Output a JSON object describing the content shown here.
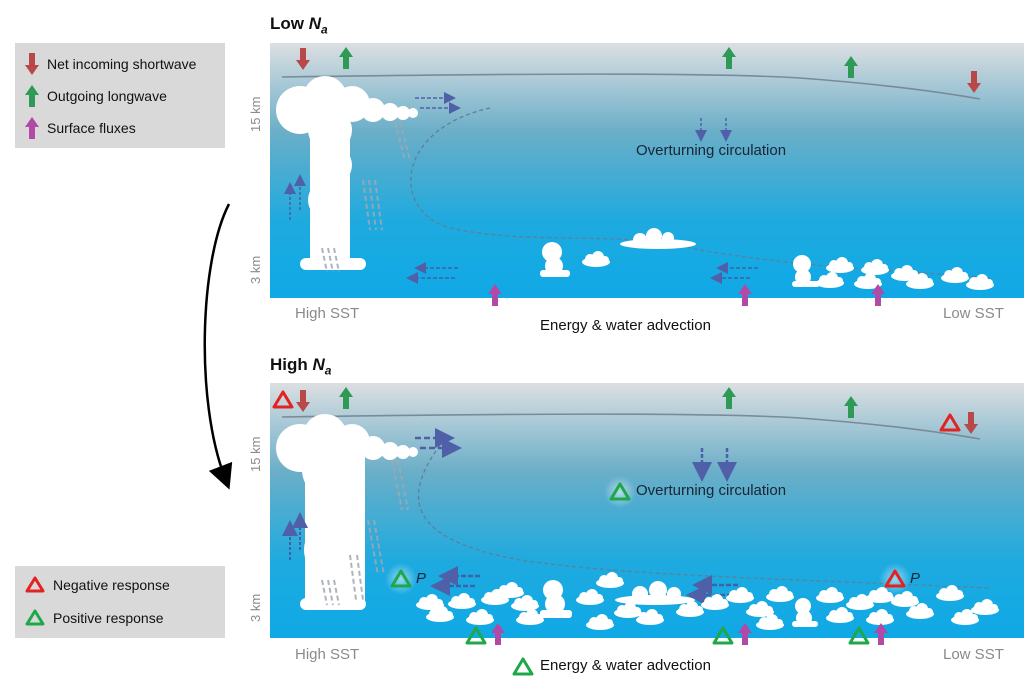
{
  "legend_flux": {
    "items": [
      {
        "label": "Net incoming shortwave",
        "icon": "arrow-down-icon",
        "color": "#b94848"
      },
      {
        "label": "Outgoing longwave",
        "icon": "arrow-up-icon",
        "color": "#2e9a55"
      },
      {
        "label": "Surface fluxes",
        "icon": "arrow-up-icon",
        "color": "#b04aa6"
      }
    ]
  },
  "legend_response": {
    "items": [
      {
        "label": "Negative response",
        "icon": "triangle-icon",
        "color": "#e32222"
      },
      {
        "label": "Positive response",
        "icon": "triangle-icon",
        "color": "#1fa84a"
      }
    ]
  },
  "panels": [
    {
      "title_prefix": "Low ",
      "title_var": "N",
      "title_sub": "a",
      "axis_top": "15 km",
      "axis_bottom": "3 km",
      "left_label": "High SST",
      "right_label": "Low SST",
      "circulation_label": "Overturning circulation",
      "advection_label": "Energy & water advection"
    },
    {
      "title_prefix": "High ",
      "title_var": "N",
      "title_sub": "a",
      "axis_top": "15 km",
      "axis_bottom": "3 km",
      "left_label": "High SST",
      "right_label": "Low SST",
      "circulation_label": "Overturning circulation",
      "advection_label": "Energy & water advection",
      "precip_label_left": "P",
      "precip_label_right": "P"
    }
  ],
  "colors": {
    "sky_top": "#dcdfe2",
    "sky_mid": "#5aa8c8",
    "sky_bottom": "#0fa9e6",
    "shortwave": "#b94848",
    "longwave": "#2e9a55",
    "surface_flux": "#b04aa6",
    "circulation_arrow": "#5060a8",
    "negative": "#e32222",
    "positive": "#1fa84a"
  }
}
